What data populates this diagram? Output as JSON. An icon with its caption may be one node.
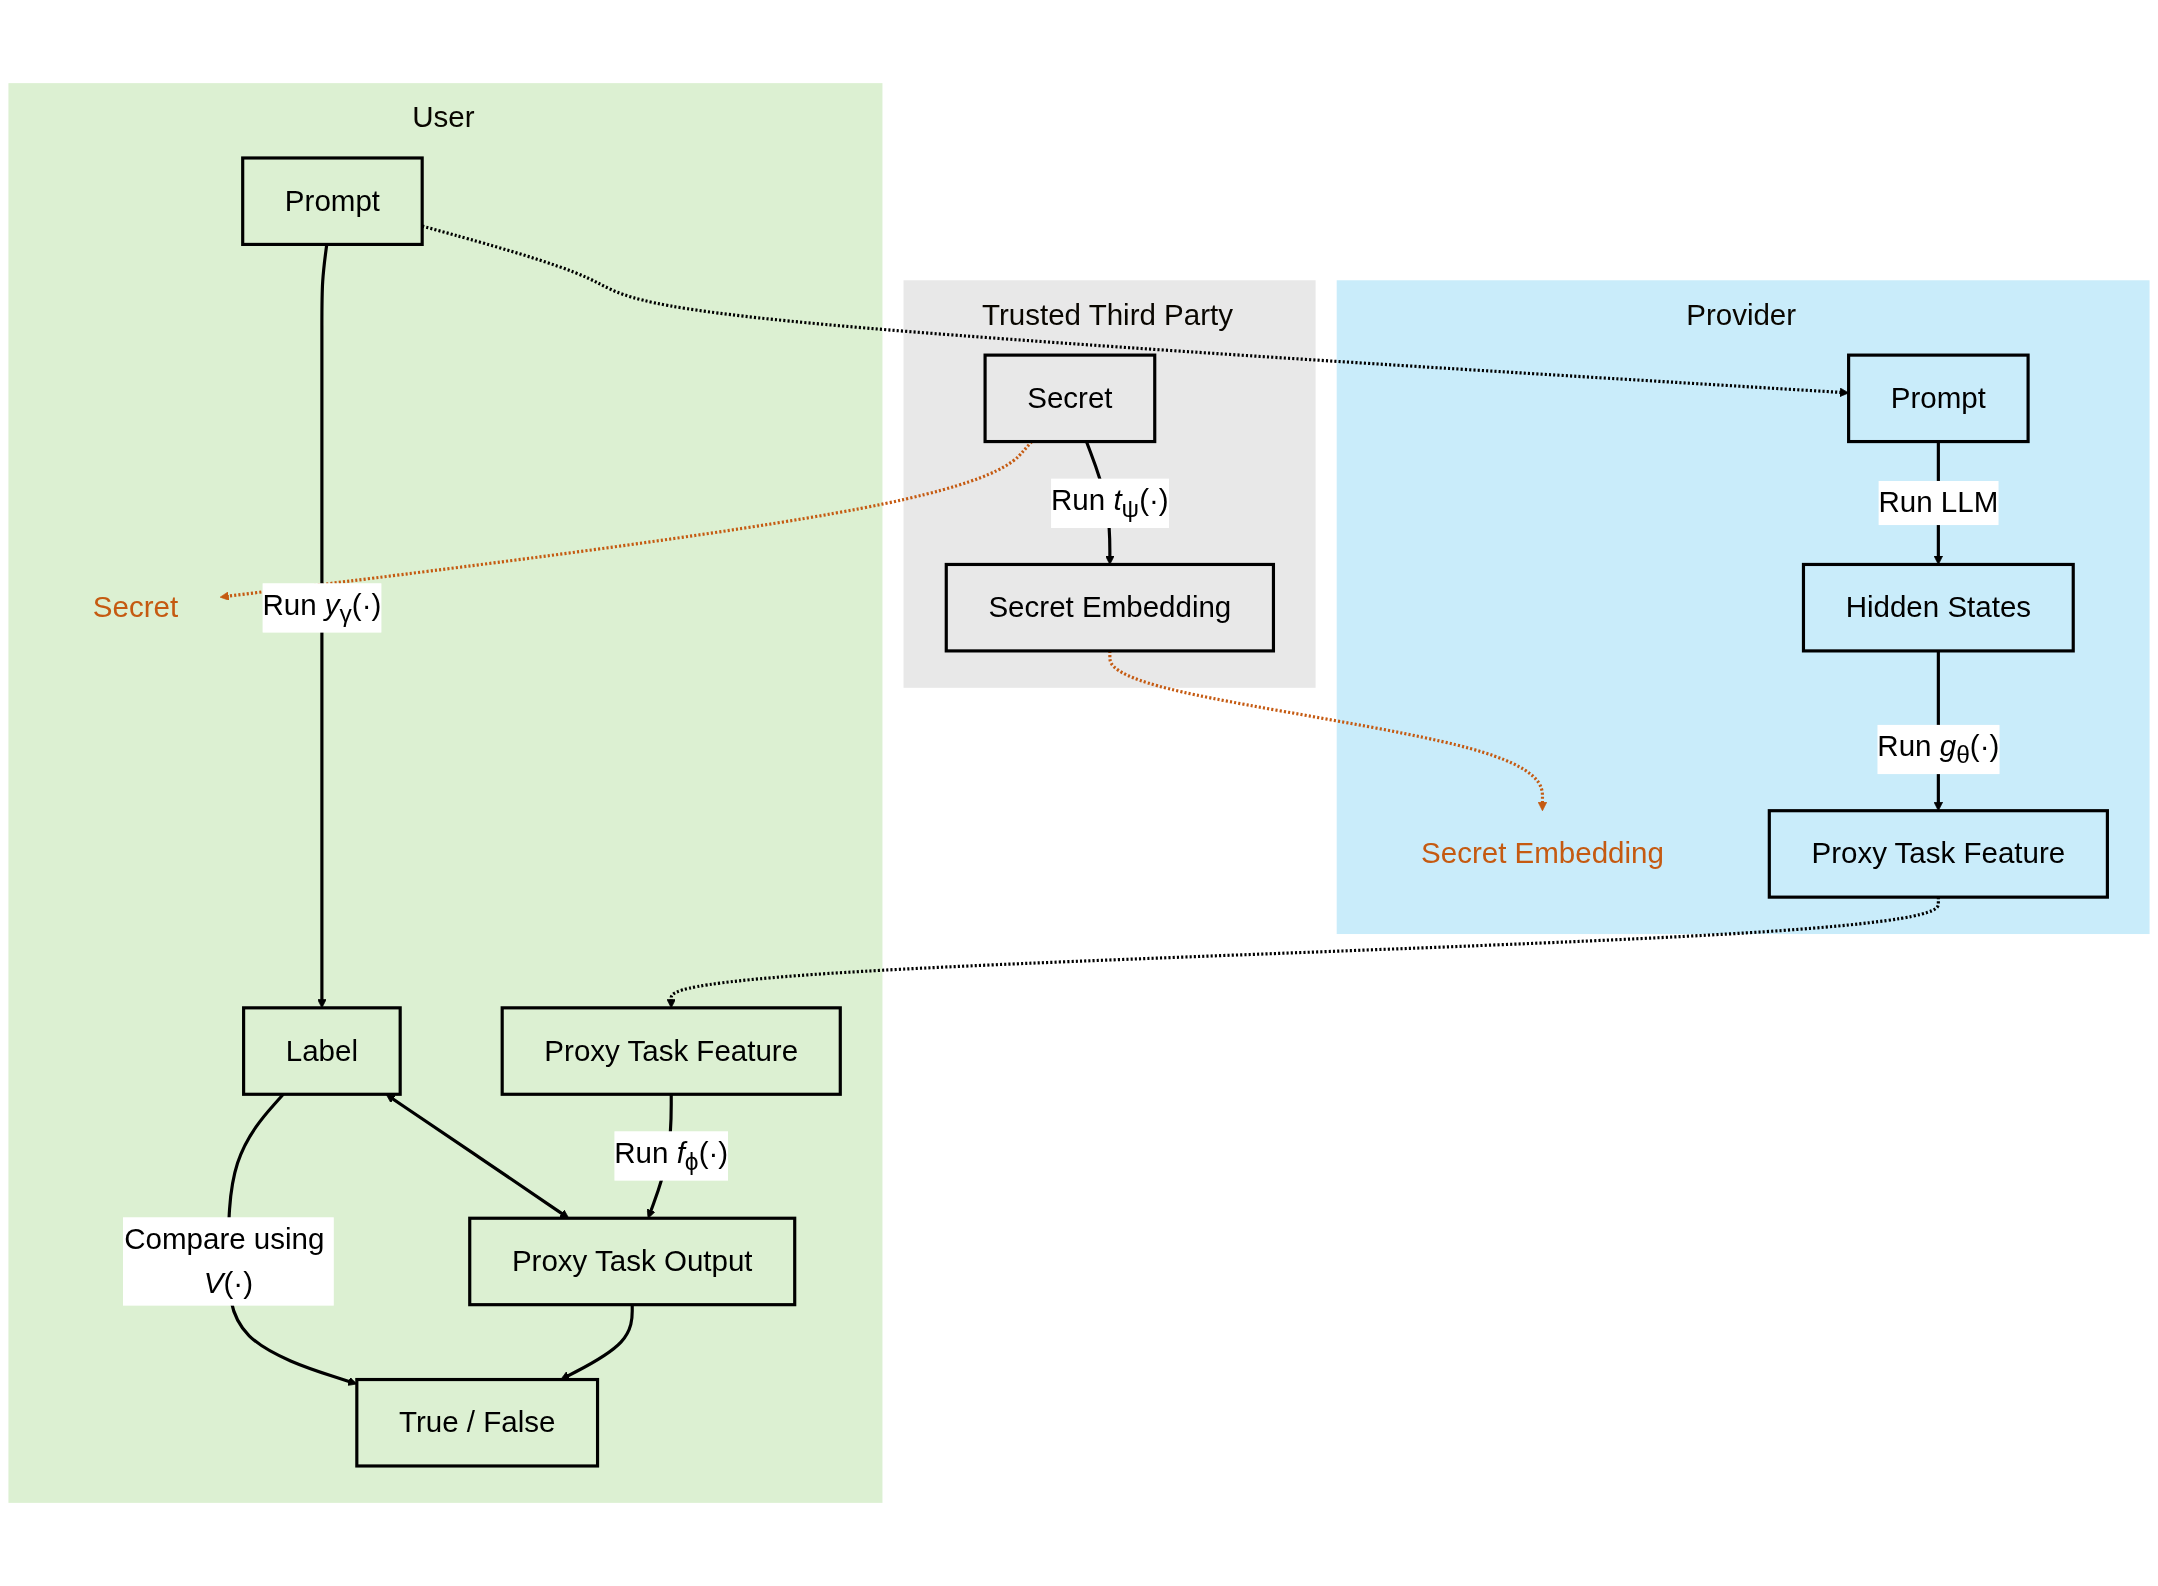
{
  "diagram": {
    "nodes": [
      {
        "text": [
          "Trusted Third Party"
        ]
      },
      {
        "text": [
          "Secret"
        ],
        "in": 0
      },
      {
        "text": [
          "Secret Embedding"
        ],
        "in": 0
      },
      {
        "text": [
          "Provider"
        ]
      },
      {
        "text": [
          "Prompt"
        ],
        "in": 3
      },
      {
        "text": [
          "Hidden States"
        ],
        "in": 3
      },
      {
        "text": [
          "Secret Embedding"
        ],
        "in": 3
      },
      {
        "text": [
          "Proxy Task Feature"
        ],
        "in": 3
      },
      {
        "text": [
          "User"
        ]
      },
      {
        "text": [
          "Prompt"
        ],
        "in": 8
      },
      {
        "text": [
          "Secret"
        ],
        "in": 8
      },
      {
        "text": [
          "Label"
        ],
        "in": 8
      },
      {
        "text": [
          "True / False"
        ],
        "in": 8
      },
      {
        "text": [
          "Proxy Task Feature"
        ],
        "in": 8
      },
      {
        "text": [
          "Proxy Task Output"
        ],
        "in": 8
      }
    ],
    "edges": [
      {
        "from": 1,
        "to": 2,
        "arrow": "to",
        "label": "Run *t*$_{ψ}$(·)"
      },
      {
        "from": 1,
        "to": 10,
        "arrow": "to",
        "style": "dashed",
        "color": "#c55a11"
      },
      {
        "from": 2,
        "to": 6,
        "arrow": "to",
        "style": "dashed",
        "color": "#c55a11"
      },
      {
        "from": 9,
        "to": 4,
        "arrow": "to",
        "style": "dashed"
      },
      {
        "from": 4,
        "to": 5,
        "arrow": "to",
        "label": "Run LLM"
      },
      {
        "from": 5,
        "to": 7,
        "arrow": "to",
        "label": "Run *g*$_{θ}$(·)"
      },
      {
        "from": 7,
        "to": 13,
        "arrow": "to",
        "style": "dashed"
      },
      {
        "from": 9,
        "to": 11,
        "arrow": "to",
        "label": "Run *y*$_{γ}$(·)"
      },
      {
        "from": 11,
        "to": 14,
        "arrow": "both"
      },
      {
        "from": 11,
        "to": 12,
        "arrow": "to",
        "label": "Compare using *V*(·)"
      },
      {
        "from": 14,
        "to": 12,
        "arrow": "to"
      },
      {
        "from": 13,
        "to": 14,
        "arrow": "to",
        "label": "Run *f*$_{ϕ}$(·)"
      }
    ]
  }
}
